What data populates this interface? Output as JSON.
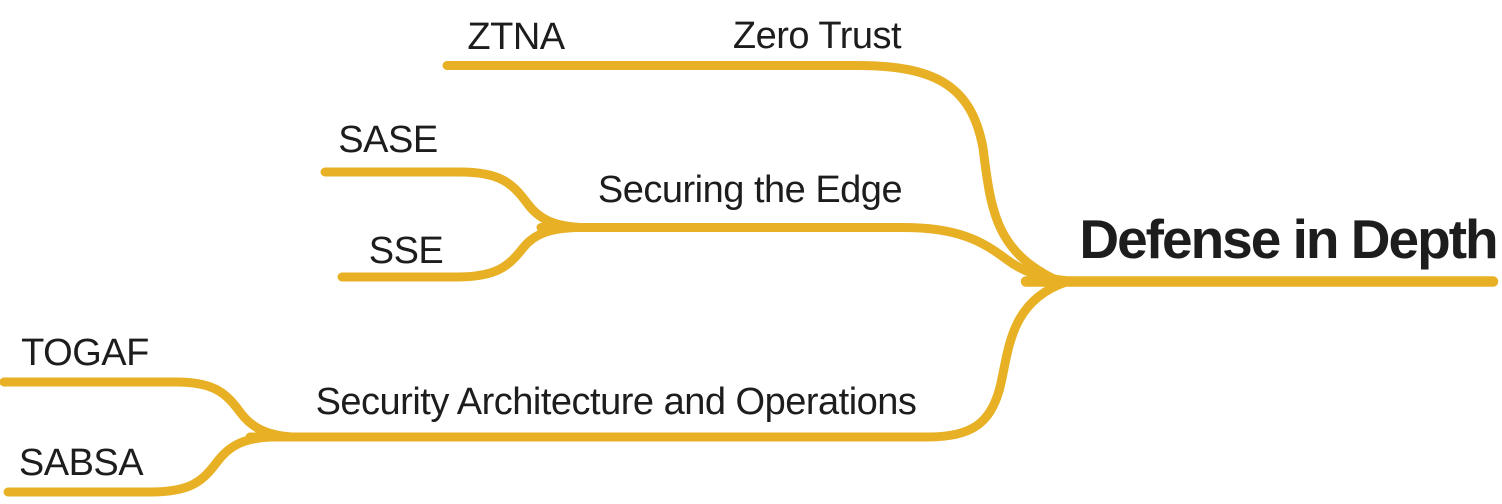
{
  "colors": {
    "line": "#E8B125",
    "text": "#1D1D1D"
  },
  "mindmap": {
    "root": {
      "label": "Defense in Depth"
    },
    "branches": [
      {
        "label": "Zero Trust",
        "children": [
          {
            "label": "ZTNA"
          }
        ]
      },
      {
        "label": "Securing the Edge",
        "children": [
          {
            "label": "SASE"
          },
          {
            "label": "SSE"
          }
        ]
      },
      {
        "label": "Security Architecture and Operations",
        "children": [
          {
            "label": "TOGAF"
          },
          {
            "label": "SABSA"
          }
        ]
      }
    ]
  }
}
